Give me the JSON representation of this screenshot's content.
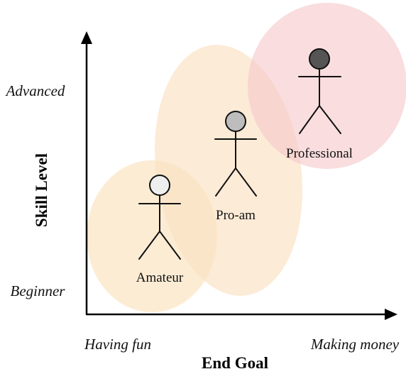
{
  "axes": {
    "x_title": "End Goal",
    "y_title": "Skill Level",
    "x_ticks": [
      "Having fun",
      "Making money"
    ],
    "y_ticks": [
      "Advanced",
      "Beginner"
    ]
  },
  "groups": [
    {
      "label": "Amateur",
      "head_color": "#eeeeee",
      "blob_color": "#fbe9cc"
    },
    {
      "label": "Pro-am",
      "head_color": "#bdbdbd",
      "blob_color": "#fbe2c4"
    },
    {
      "label": "Professional",
      "head_color": "#555555",
      "blob_color": "#f5c6c9"
    }
  ]
}
